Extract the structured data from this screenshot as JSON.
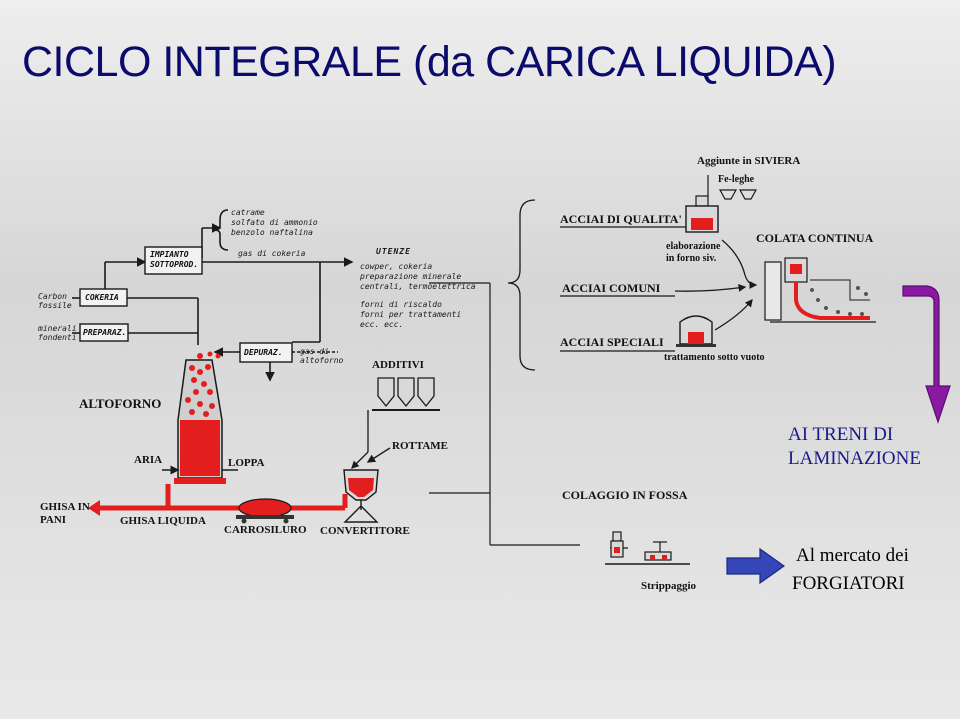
{
  "title": "CICLO INTEGRALE (da CARICA LIQUIDA)",
  "colors": {
    "title": "#0b0b6e",
    "molten": "#e21e1e",
    "line": "#1a1a1a",
    "purple_arrow": "#8a1aa3",
    "blue_arrow": "#3546b8",
    "blue_text": "#1a1a8c"
  },
  "left": {
    "carbon": "Carbon fossile",
    "minerali": "minerali fondenti",
    "cokeria": "COKERIA",
    "preparaz": "PREPARAZ.",
    "impianto": "IMPIANTO SOTTOPROD.",
    "sottoprodotti": [
      "catrame",
      "solfato di ammonio",
      "benzolo naftalina"
    ],
    "gas_cokeria": "gas di cokeria",
    "utenze_title": "UTENZE",
    "utenze": [
      "cowper, cokeria",
      "preparazione minerale",
      "centrali, termoelettrica",
      "forni di riscaldo",
      "forni per trattamenti",
      "ecc. ecc."
    ],
    "depuraz": "DEPURAZ.",
    "gas_altoforno": "gas di altoforno",
    "altoforno": "ALTOFORNO",
    "aria": "ARIA",
    "loppa": "LOPPA",
    "ghisa_pani": "GHISA IN PANI",
    "ghisa_liquida": "GHISA LIQUIDA",
    "carrosiluro": "CARROSILURO",
    "additivi": "ADDITIVI",
    "rottame": "ROTTAME",
    "convertitore": "CONVERTITORE"
  },
  "right": {
    "aggiunte": "Aggiunte in SIVIERA",
    "feleghe": "Fe-leghe",
    "acciai_qualita": "ACCIAI DI QUALITA'",
    "elaborazione": "elaborazione in forno siv.",
    "colata": "COLATA CONTINUA",
    "acciai_comuni": "ACCIAI COMUNI",
    "acciai_speciali": "ACCIAI SPECIALI",
    "trattamento": "trattamento sotto vuoto",
    "colaggio": "COLAGGIO IN FOSSA",
    "strippaggio": "Strippaggio",
    "treni": "AI TRENI DI LAMINAZIONE",
    "mercato_line1": "Al mercato dei",
    "mercato_line2": "FORGIATORI"
  }
}
